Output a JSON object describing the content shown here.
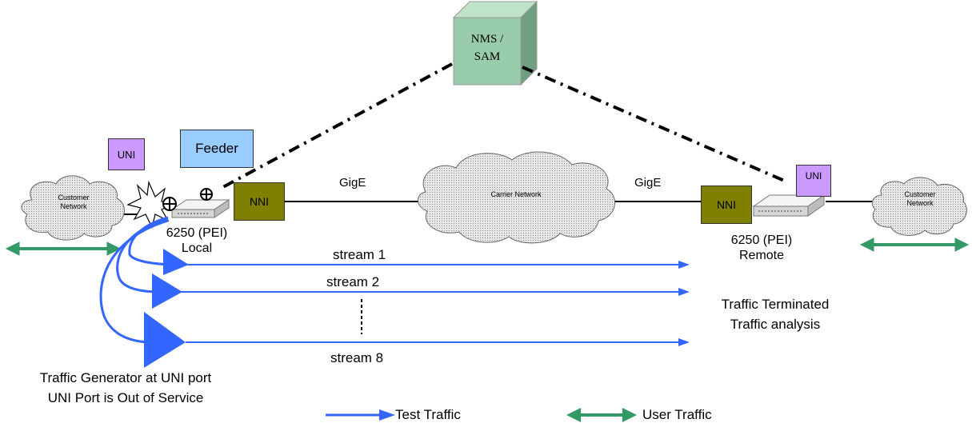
{
  "nms": {
    "line1": "NMS /",
    "line2": "SAM"
  },
  "uni_left": "UNI",
  "uni_right": "UNI",
  "feeder": "Feeder",
  "nni_left": "NNI",
  "nni_right": "NNI",
  "gige_left": "GigE",
  "gige_right": "GigE",
  "carrier_network": "Carrier Network",
  "customer_left": {
    "line1": "Customer",
    "line2": "Network"
  },
  "customer_right": {
    "line1": "Customer",
    "line2": "Network"
  },
  "device_left": {
    "line1": "6250 (PEI)",
    "line2": "Local"
  },
  "device_right": {
    "line1": "6250 (PEI)",
    "line2": "Remote"
  },
  "streams": [
    "stream 1",
    "stream 2",
    "stream 8"
  ],
  "terminated": {
    "line1": "Traffic Terminated",
    "line2": "Traffic analysis"
  },
  "generator": {
    "line1": "Traffic Generator at UNI port",
    "line2": "UNI Port is Out of Service"
  },
  "legend": {
    "test": "Test Traffic",
    "user": "User Traffic"
  },
  "colors": {
    "test_traffic": "#3366ff",
    "user_traffic": "#339966",
    "nms_box": "#99ccaa",
    "uni_box": "#cc99ff",
    "feeder_box": "#99ccff",
    "nni_box": "#808000"
  }
}
